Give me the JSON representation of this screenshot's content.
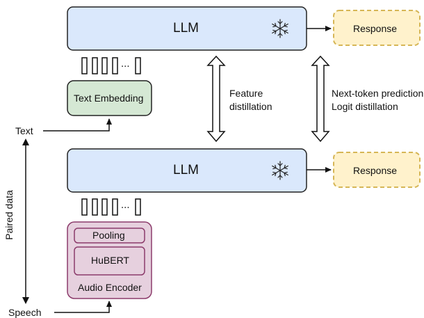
{
  "top_llm": {
    "label": "LLM",
    "icon": "snowflake-icon"
  },
  "top_response": {
    "label": "Response"
  },
  "bottom_llm": {
    "label": "LLM",
    "icon": "snowflake-icon"
  },
  "bottom_response": {
    "label": "Response"
  },
  "text_embedding": {
    "label": "Text Embedding"
  },
  "audio_encoder": {
    "label": "Audio Encoder",
    "pooling_label": "Pooling",
    "hubert_label": "HuBERT"
  },
  "tokens": {
    "ellipsis": "..."
  },
  "inputs": {
    "text_label": "Text",
    "speech_label": "Speech",
    "paired_label": "Paired data"
  },
  "feature_link": {
    "label": "Feature\ndistillation"
  },
  "logit_link": {
    "label": "Next-token prediction\nLogit distillation"
  },
  "colors": {
    "llm_fill": "#dae8fc",
    "llm_stroke": "#222222",
    "response_fill": "#fff2cc",
    "response_stroke": "#d6b656",
    "embedding_fill": "#d5e8d4",
    "embedding_stroke": "#222222",
    "encoder_fill": "#e6d0de",
    "encoder_stroke": "#8c3b6b"
  }
}
